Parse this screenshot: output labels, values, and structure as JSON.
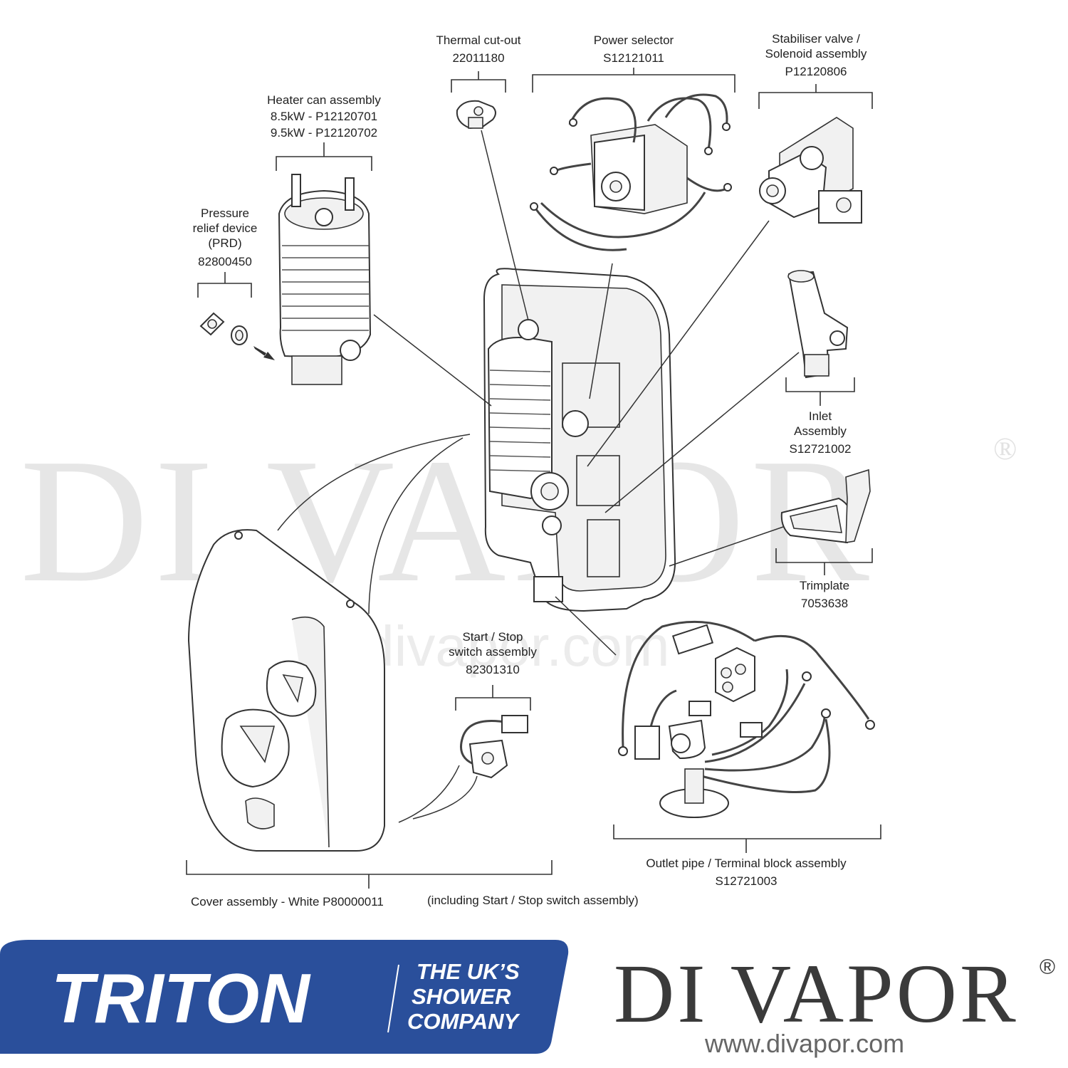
{
  "watermark": {
    "brand": "DI VAPOR",
    "registered": "®",
    "url": "www.divapor.com"
  },
  "labels": {
    "thermal_cutout": {
      "name": "Thermal cut-out",
      "code": "22011180"
    },
    "power_selector": {
      "name": "Power selector",
      "code": "S12121011"
    },
    "stabiliser_valve": {
      "name_line1": "Stabiliser valve /",
      "name_line2": "Solenoid assembly",
      "code": "P12120806"
    },
    "heater_can": {
      "name": "Heater can assembly",
      "code_85": "8.5kW - P12120701",
      "code_95": "9.5kW - P12120702"
    },
    "prd": {
      "line1": "Pressure",
      "line2": "relief device",
      "line3": "(PRD)",
      "code": "82800450"
    },
    "inlet": {
      "line1": "Inlet",
      "line2": "Assembly",
      "code": "S12721002"
    },
    "trimplate": {
      "name": "Trimplate",
      "code": "7053638"
    },
    "start_stop": {
      "line1": "Start / Stop",
      "line2": "switch assembly",
      "code": "82301310"
    },
    "outlet_pipe": {
      "name": "Outlet pipe / Terminal block assembly",
      "code": "S12721003"
    },
    "cover": {
      "name": "Cover assembly - White P80000011",
      "note": "(including Start / Stop switch assembly)"
    }
  },
  "footer": {
    "triton": {
      "brand": "TRITON",
      "tag1": "THE UK’S",
      "tag2": "SHOWER",
      "tag3": "COMPANY",
      "color": "#2a4f9b"
    },
    "divapor": {
      "brand": "DI VAPOR",
      "registered": "®",
      "url": "www.divapor.com"
    }
  }
}
